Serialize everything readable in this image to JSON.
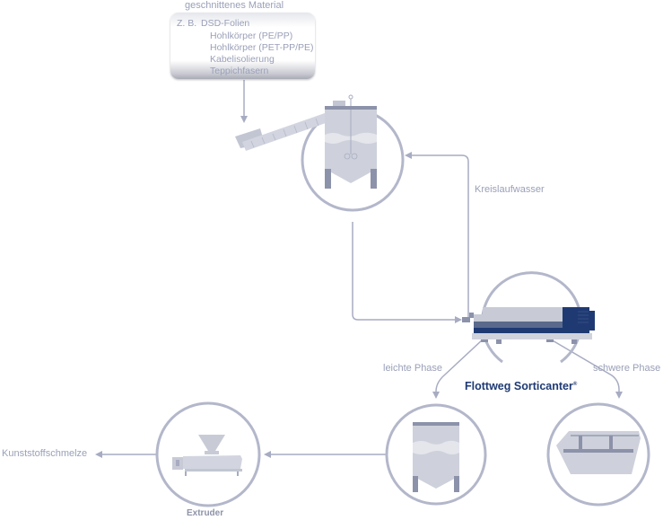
{
  "diagram": {
    "title_input": "geschnittenes Material",
    "material_box": {
      "prefix": "Z. B.",
      "items": [
        "DSD-Folien",
        "Hohlkörper (PE/PP)",
        "Hohlkörper (PET-PP/PE)",
        "Kabelisolierung",
        "Teppichfasern"
      ]
    },
    "labels": {
      "recycle_water": "Kreislaufwasser",
      "light_phase": "leichte Phase",
      "heavy_phase": "schwere Phase",
      "product": "Flottweg Sorticanter",
      "product_mark": "®",
      "extruder": "Extruder",
      "output": "Kunststoffschmelze"
    },
    "nodes": [
      "screw-conveyor",
      "mixing-tank",
      "sorticanter-decanter",
      "light-phase-tank",
      "heavy-phase-container",
      "extruder"
    ],
    "colors": {
      "line": "#a7acc2",
      "circle": "#b3b7ca",
      "equipment_light": "#c8cbd6",
      "equipment_mid": "#8c92aa",
      "brand_blue": "#1f3a73",
      "text": "#9aa0b8"
    }
  }
}
